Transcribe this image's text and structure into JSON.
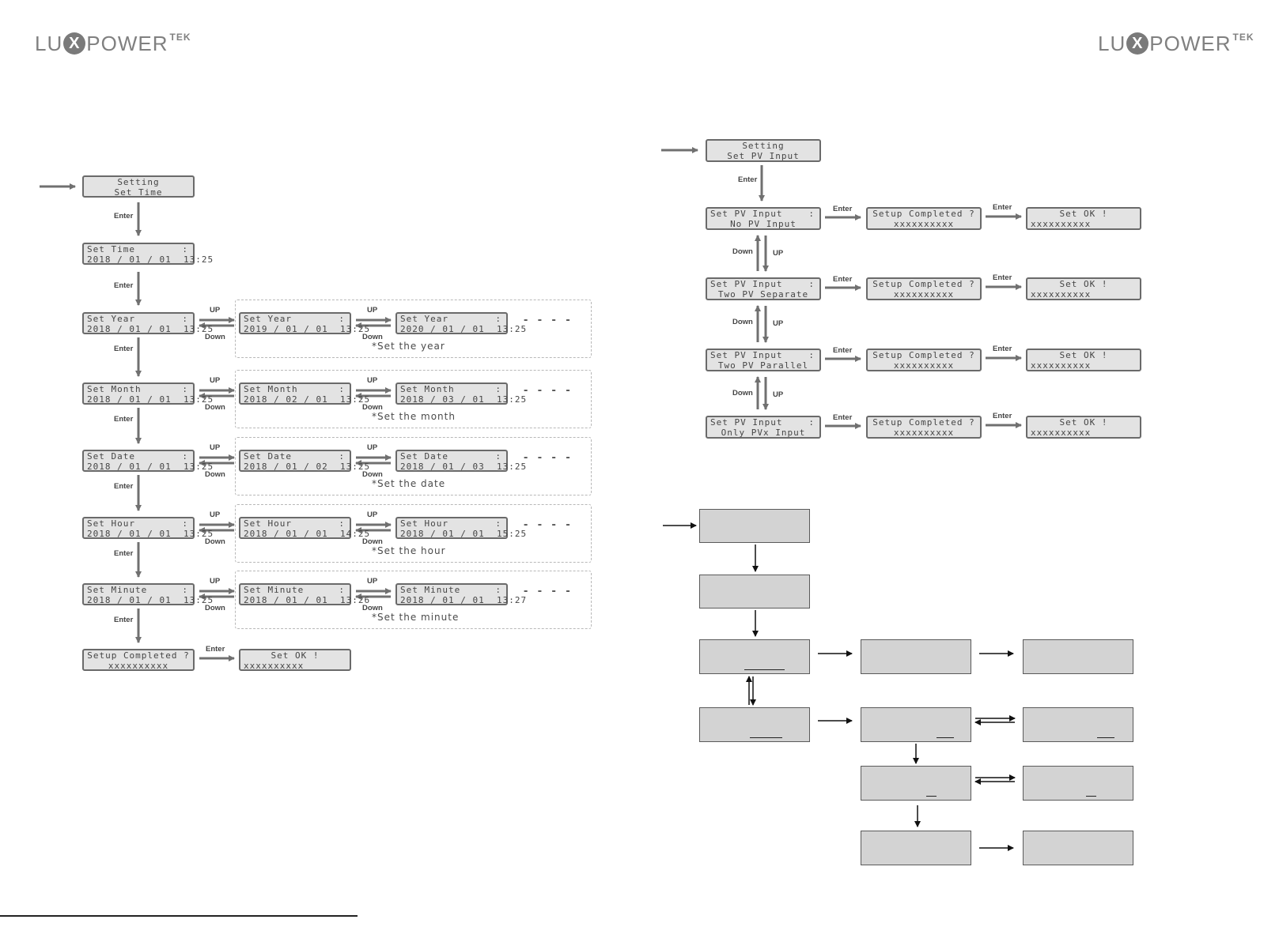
{
  "logo": {
    "left": "LU",
    "x": "X",
    "right": "POWER",
    "tek": "TEK"
  },
  "time": {
    "entry": {
      "l1": "Setting",
      "l2": "Set Time"
    },
    "set_time": {
      "l1": "Set Time",
      "l2": "2018 / 01 / 01  13:25"
    },
    "rows": [
      {
        "cells": [
          {
            "l1": "Set Year",
            "l2": "2018 / 01 / 01  13:25"
          },
          {
            "l1": "Set Year",
            "l2": "2019 / 01 / 01  13:25"
          },
          {
            "l1": "Set Year",
            "l2": "2020 / 01 / 01  13:25"
          }
        ],
        "note": "*Set the year"
      },
      {
        "cells": [
          {
            "l1": "Set Month",
            "l2": "2018 / 01 / 01  13:25"
          },
          {
            "l1": "Set Month",
            "l2": "2018 / 02 / 01  13:25"
          },
          {
            "l1": "Set Month",
            "l2": "2018 / 03 / 01  13:25"
          }
        ],
        "note": "*Set the month"
      },
      {
        "cells": [
          {
            "l1": "Set Date",
            "l2": "2018 / 01 / 01  13:25"
          },
          {
            "l1": "Set Date",
            "l2": "2018 / 01 / 02  13:25"
          },
          {
            "l1": "Set Date",
            "l2": "2018 / 01 / 03  13:25"
          }
        ],
        "note": "*Set the date"
      },
      {
        "cells": [
          {
            "l1": "Set Hour",
            "l2": "2018 / 01 / 01  13:25"
          },
          {
            "l1": "Set Hour",
            "l2": "2018 / 01 / 01  14:25"
          },
          {
            "l1": "Set Hour",
            "l2": "2018 / 01 / 01  15:25"
          }
        ],
        "note": "*Set the hour"
      },
      {
        "cells": [
          {
            "l1": "Set Minute",
            "l2": "2018 / 01 / 01  13:25"
          },
          {
            "l1": "Set Minute",
            "l2": "2018 / 01 / 01  13:26"
          },
          {
            "l1": "Set Minute",
            "l2": "2018 / 01 / 01  13:27"
          }
        ],
        "note": "*Set the minute"
      }
    ],
    "completed": {
      "l1": "Setup Completed ?",
      "l2": "xxxxxxxxxx"
    },
    "ok": {
      "l1": "Set OK !",
      "l2": "xxxxxxxxxx"
    }
  },
  "pv": {
    "entry": {
      "l1": "Setting",
      "l2": "Set PV Input"
    },
    "rows": [
      {
        "l1": "Set PV Input",
        "l2": "No PV Input"
      },
      {
        "l1": "Set PV Input",
        "l2": "Two PV Separate"
      },
      {
        "l1": "Set PV Input",
        "l2": "Two PV Parallel"
      },
      {
        "l1": "Set PV Input",
        "l2": "Only PVx Input"
      }
    ],
    "completed": {
      "l1": "Setup Completed ?",
      "l2": "xxxxxxxxxx"
    },
    "ok": {
      "l1": "Set OK !",
      "l2": "xxxxxxxxxx"
    }
  },
  "labels": {
    "enter": "Enter",
    "up": "UP",
    "down": "Down",
    "colon": ":",
    "dashes": "- - - -"
  },
  "footer": {
    "text": ""
  }
}
